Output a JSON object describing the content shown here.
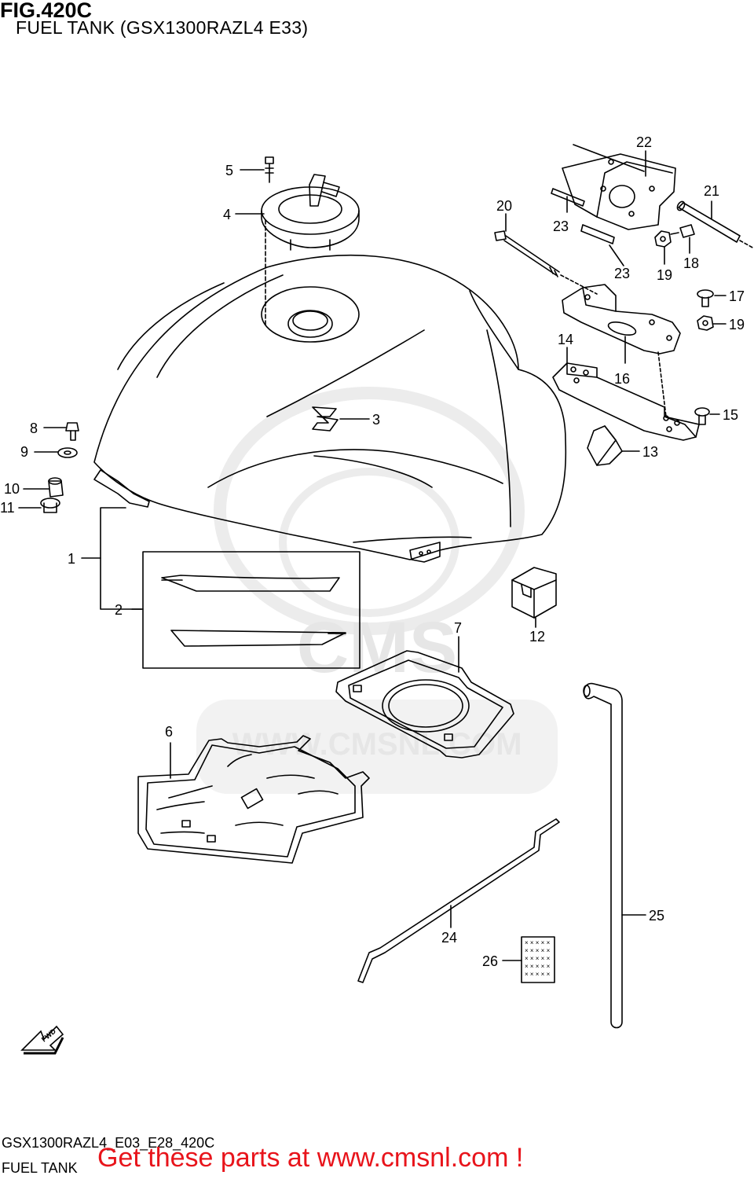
{
  "header": {
    "title": "FIG.420C",
    "subtitle": "FUEL TANK (GSX1300RAZL4 E33)"
  },
  "callouts": [
    "1",
    "2",
    "3",
    "4",
    "5",
    "6",
    "7",
    "8",
    "9",
    "10",
    "11",
    "12",
    "13",
    "14",
    "15",
    "16",
    "17",
    "18",
    "19",
    "19",
    "20",
    "21",
    "22",
    "23",
    "23",
    "24",
    "25",
    "26"
  ],
  "watermark": {
    "brand": "CMS",
    "url": "WWW.CMSNL.COM"
  },
  "fwd_label": "FWD",
  "footer": {
    "diagram_code": "GSX1300RAZL4_E03_E28_420C",
    "section_name": "FUEL TANK",
    "promo": "Get these parts at www.cmsnl.com !"
  }
}
